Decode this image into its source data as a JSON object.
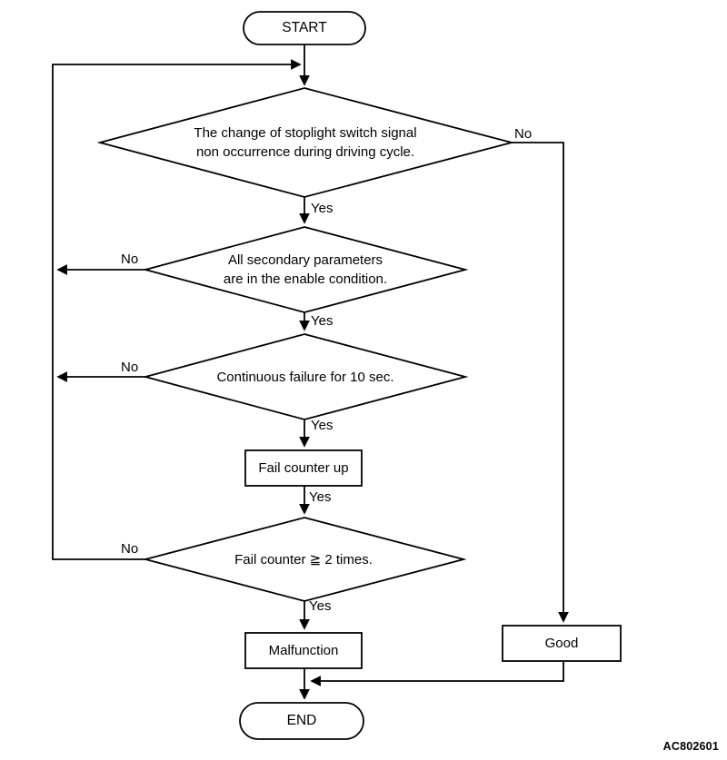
{
  "figure_code": "AC802601",
  "colors": {
    "line": "#000000",
    "background": "#ffffff",
    "text": "#000000"
  },
  "flowchart": {
    "start_label": "START",
    "end_label": "END",
    "decisions": [
      {
        "text_lines": [
          "The change of stoplight switch signal",
          "non occurrence during driving cycle."
        ],
        "yes_label": "Yes",
        "no_label": "No"
      },
      {
        "text_lines": [
          "All secondary parameters",
          "are in the enable condition."
        ],
        "yes_label": "Yes",
        "no_label": "No"
      },
      {
        "text_lines": [
          "Continuous failure for 10 sec."
        ],
        "yes_label": "Yes",
        "no_label": "No"
      },
      {
        "text_lines": [
          "Fail counter ≧ 2 times."
        ],
        "yes_label": "Yes",
        "no_label": "No"
      }
    ],
    "processes": [
      {
        "label": "Fail counter up",
        "yes_label": "Yes"
      },
      {
        "label": "Malfunction"
      },
      {
        "label": "Good"
      }
    ]
  }
}
